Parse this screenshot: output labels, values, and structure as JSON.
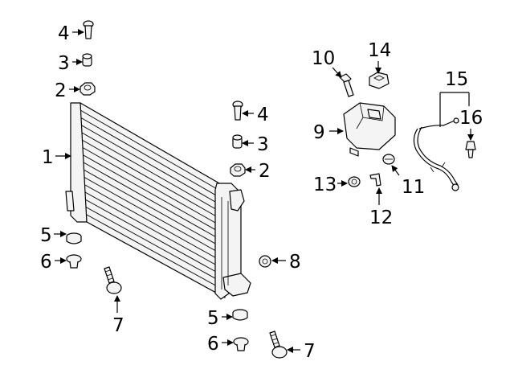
{
  "diagram": {
    "callouts": [
      {
        "id": "c-4a",
        "text": "4"
      },
      {
        "id": "c-3a",
        "text": "3"
      },
      {
        "id": "c-2a",
        "text": "2"
      },
      {
        "id": "c-1",
        "text": "1"
      },
      {
        "id": "c-5a",
        "text": "5"
      },
      {
        "id": "c-6a",
        "text": "6"
      },
      {
        "id": "c-7a",
        "text": "7"
      },
      {
        "id": "c-4b",
        "text": "4"
      },
      {
        "id": "c-3b",
        "text": "3"
      },
      {
        "id": "c-2b",
        "text": "2"
      },
      {
        "id": "c-8",
        "text": "8"
      },
      {
        "id": "c-5b",
        "text": "5"
      },
      {
        "id": "c-6b",
        "text": "6"
      },
      {
        "id": "c-7b",
        "text": "7"
      },
      {
        "id": "c-10",
        "text": "10"
      },
      {
        "id": "c-14",
        "text": "14"
      },
      {
        "id": "c-9",
        "text": "9"
      },
      {
        "id": "c-13",
        "text": "13"
      },
      {
        "id": "c-11",
        "text": "11"
      },
      {
        "id": "c-12",
        "text": "12"
      },
      {
        "id": "c-15",
        "text": "15"
      },
      {
        "id": "c-16",
        "text": "16"
      }
    ],
    "colors": {
      "ink": "#000000",
      "fill": "#f4f4f4",
      "background": "#ffffff"
    }
  }
}
